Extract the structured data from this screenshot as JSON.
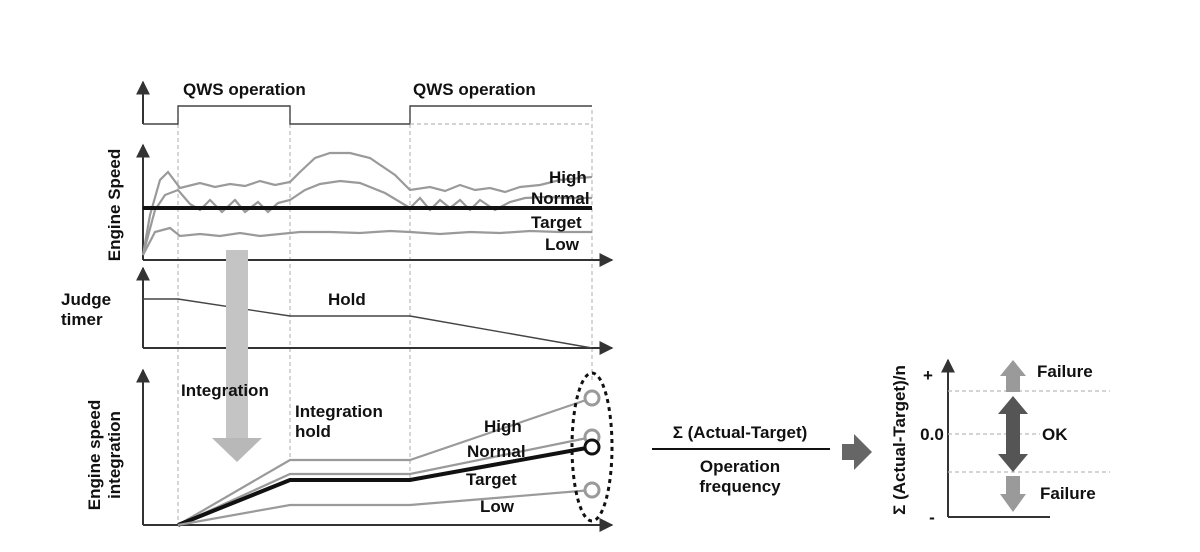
{
  "signal": {
    "qws_label_1": "QWS operation",
    "qws_label_2": "QWS operation"
  },
  "engine_speed": {
    "ylabel": "Engine Speed",
    "series": [
      "High",
      "Normal",
      "Target",
      "Low"
    ]
  },
  "judge_timer": {
    "ylabel_line1": "Judge",
    "ylabel_line2": "timer",
    "hold_label": "Hold"
  },
  "integration": {
    "ylabel_line1": "Engine speed",
    "ylabel_line2": "integration",
    "arrow_label": "Integration",
    "hold_line1": "Integration",
    "hold_line2": "hold",
    "series": [
      "High",
      "Normal",
      "Target",
      "Low"
    ]
  },
  "formula": {
    "numerator": "Σ (Actual-Target)",
    "denominator_line1": "Operation",
    "denominator_line2": "frequency"
  },
  "result": {
    "ylabel": "Σ (Actual-Target)/n",
    "plus": "+",
    "zero": "0.0",
    "minus": "-",
    "failure_top": "Failure",
    "ok": "OK",
    "failure_bottom": "Failure"
  },
  "colors": {
    "line_gray": "#9a9a9a",
    "arrow_gray": "#bfbfbf",
    "dark": "#111111"
  }
}
